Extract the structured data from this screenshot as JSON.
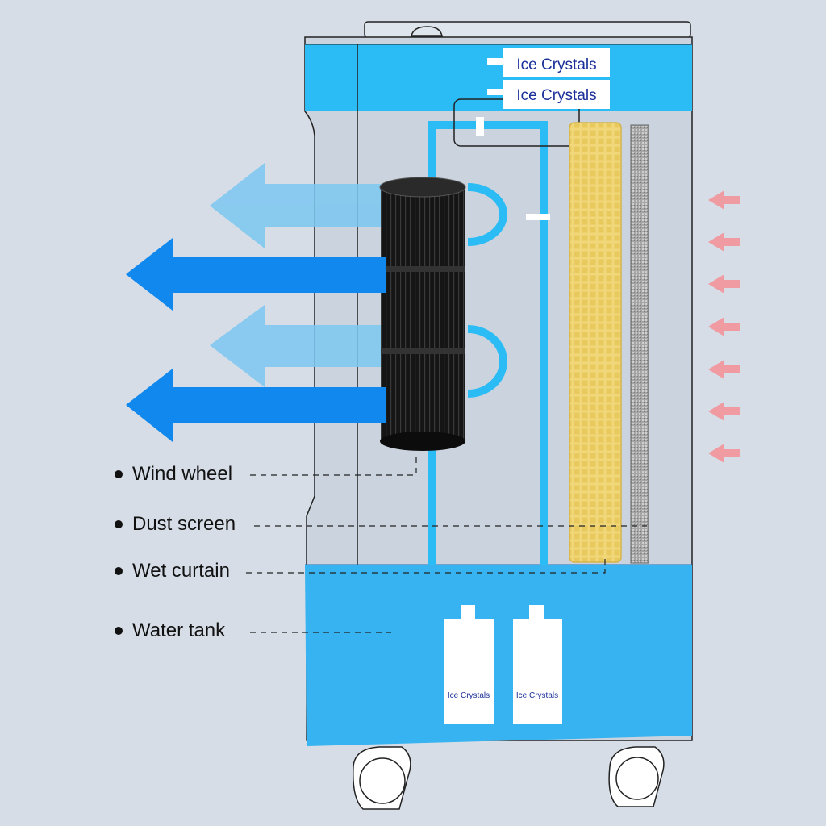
{
  "colors": {
    "background": "#d6dde6",
    "body_blue": "#2bbcf5",
    "tank_blue": "#36b3f0",
    "pipe_blue": "#2bbcf5",
    "arrow_dark": "#1188ee",
    "arrow_light": "#7cc7f1",
    "intake_red": "#f2949a",
    "wet_curtain": "#f1d77a",
    "dust_screen": "#9b9b9b",
    "fan": "#111111"
  },
  "top_labels": [
    {
      "text": "Ice Crystals"
    },
    {
      "text": "Ice Crystals"
    }
  ],
  "bottle_labels": [
    {
      "text": "Ice Crystals"
    },
    {
      "text": "Ice Crystals"
    }
  ],
  "callouts": [
    {
      "label": "Wind wheel"
    },
    {
      "label": "Dust screen"
    },
    {
      "label": "Wet curtain"
    },
    {
      "label": "Water tank"
    }
  ]
}
